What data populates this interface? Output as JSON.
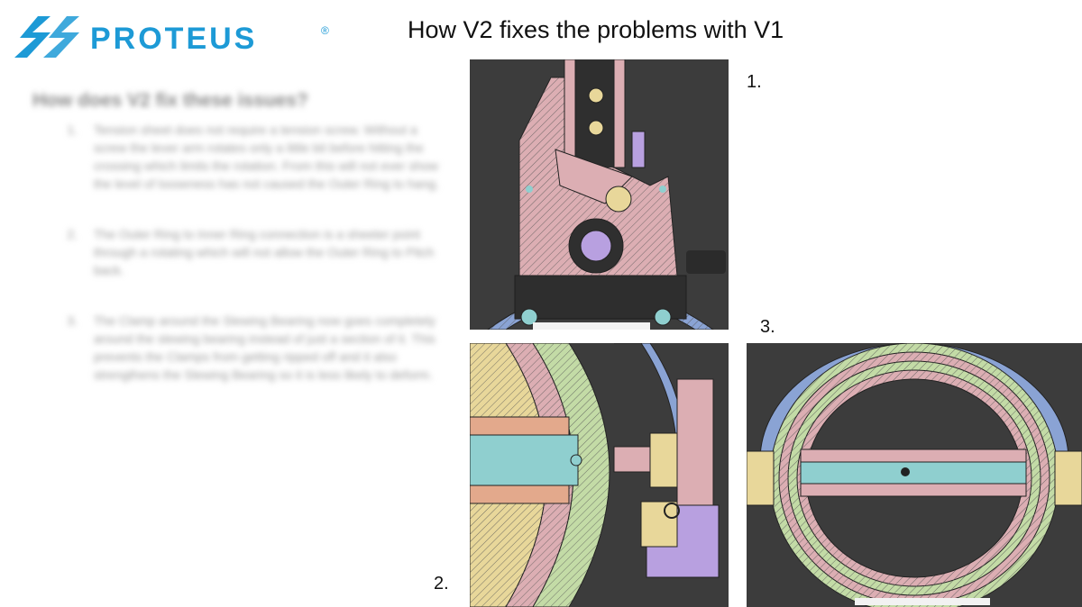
{
  "logo": {
    "text": "PROTEUS",
    "mark": "®",
    "accent": "#1d9ad6"
  },
  "title": "How V2 fixes the problems with V1",
  "blurred_text": {
    "heading": "How does V2 fix these issues?",
    "items": [
      "Tension sheet does not require a tension screw. Without a screw the lever arm rotates only a little bit before hitting the crossing which limits the rotation. From this will not ever show the level of looseness has not caused the Outer Ring to hang.",
      "The Outer Ring to Inner Ring connection is a sheeter point through a rotating which will not allow the Outer Ring to Pitch back.",
      "The Clamp around the Slewing Bearing now goes completely around the slewing bearing instead of just a section of it. This prevents the Clamps from getting ripped off and it also strengthens the Slewing Bearing so it is less likely to deform."
    ]
  },
  "labels": {
    "one": "1.",
    "two": "2.",
    "three": "3."
  },
  "colors": {
    "pink": "#dcaeb3",
    "blue": "#8aa3d4",
    "green": "#c3dba6",
    "teal": "#8fcfcf",
    "orange": "#e3a98c",
    "purple": "#b8a0e0",
    "yellow": "#e8d79a",
    "dark": "#3c3c3c"
  }
}
